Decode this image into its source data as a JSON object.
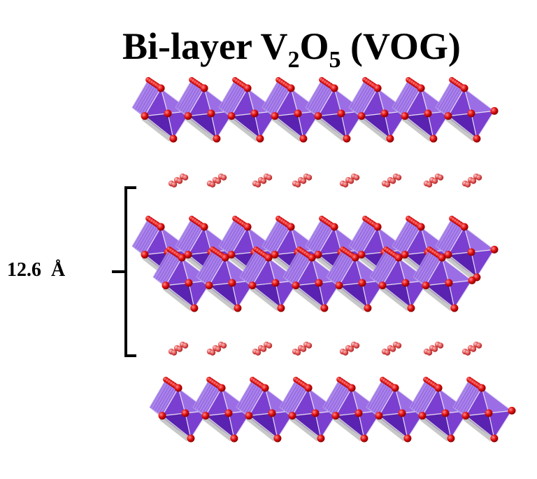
{
  "title": {
    "prefix": "Bi-layer V",
    "sub1": "2",
    "mid": "O",
    "sub2": "5",
    "suffix": " (VOG)"
  },
  "spacing": {
    "label": "12.6  Å"
  },
  "colors": {
    "polyhedron_face": "#7a3fd0",
    "polyhedron_dark": "#5a22b0",
    "polyhedron_light": "#9c6ee6",
    "oxygen": "#e01010",
    "water_molecule": "#e04040",
    "bracket": "#000000"
  },
  "legend_items": [],
  "structure": {
    "v2o5_layers": 3,
    "interlayer_water_rows": 2
  }
}
